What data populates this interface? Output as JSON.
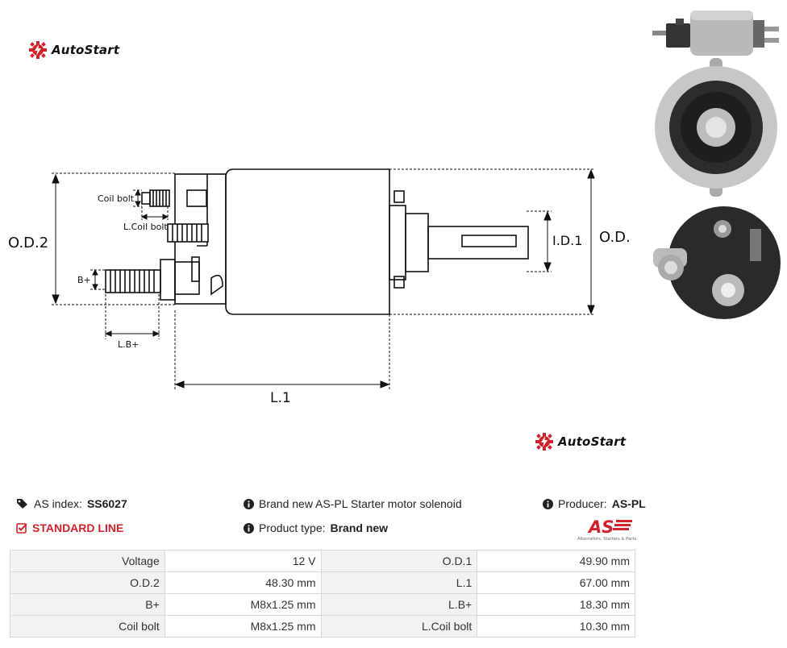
{
  "brand": {
    "name": "AutoStart",
    "accent": "#d0222a"
  },
  "diagram": {
    "labels": {
      "od2": "O.D.2",
      "od1": "O.D.1",
      "id1": "I.D.1",
      "l1": "L.1",
      "lb": "L.B+",
      "bplus": "B+",
      "coil_bolt": "Coil bolt",
      "l_coil_bolt": "L.Coil bolt"
    }
  },
  "info": {
    "as_index_label": "AS index:",
    "as_index_value": "SS6027",
    "line": "STANDARD LINE",
    "description": "Brand new AS-PL Starter motor solenoid",
    "product_type_label": "Product type:",
    "product_type_value": "Brand new",
    "producer_label": "Producer:",
    "producer_value": "AS-PL",
    "as_logo_tagline": "Alternators, Starters & Parts"
  },
  "specs": [
    [
      "Voltage",
      "12 V",
      "O.D.1",
      "49.90 mm"
    ],
    [
      "O.D.2",
      "48.30 mm",
      "L.1",
      "67.00 mm"
    ],
    [
      "B+",
      "M8x1.25 mm",
      "L.B+",
      "18.30 mm"
    ],
    [
      "Coil bolt",
      "M8x1.25 mm",
      "L.Coil bolt",
      "10.30 mm"
    ]
  ]
}
